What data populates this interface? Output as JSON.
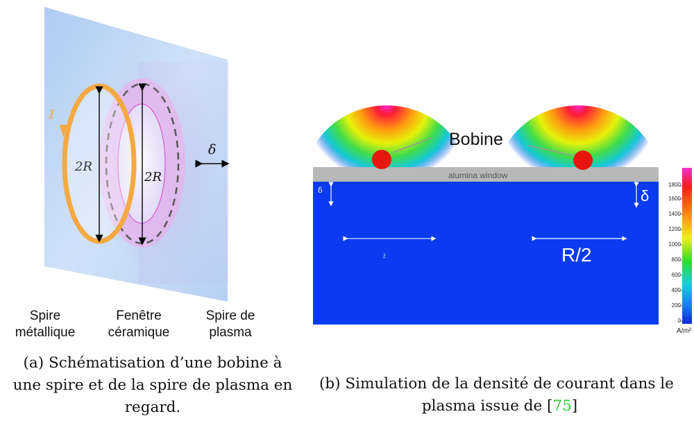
{
  "figure_a": {
    "labels": {
      "current": "I",
      "diameter_left": "2R",
      "diameter_right": "2R",
      "skin_depth": "δ"
    },
    "columns": [
      {
        "line1": "Spire",
        "line2": "métallique"
      },
      {
        "line1": "Fenêtre",
        "line2": "céramique"
      },
      {
        "line1": "Spire de",
        "line2": "plasma"
      }
    ],
    "caption": {
      "line1": "(a) Schématisation d’une bobine à",
      "line2": "une spire et de la spire de plasma en",
      "line3": "regard."
    }
  },
  "figure_b": {
    "coil_label": "Bobine",
    "window_label": "alumina window",
    "delta_left": "δ",
    "delta_right": "δ",
    "r2_label": "R/2",
    "colorbar": {
      "ticks": [
        "1800",
        "1600",
        "1400",
        "1200",
        "1000",
        "800",
        "600",
        "400",
        "200",
        "0"
      ],
      "unit": "A/m²"
    },
    "caption": {
      "prefix": "(b) Simulation de la densité de courant dans le",
      "line2_text": "plasma issue de [",
      "ref": "75",
      "line2_end": "]"
    }
  },
  "colors": {
    "coil_orange": "#f4a942",
    "coil_red": "#e8160e",
    "plasma_blue": "#0a3bf0",
    "window_gray": "#b8b8b8",
    "link_green": "#2ecc2e"
  }
}
